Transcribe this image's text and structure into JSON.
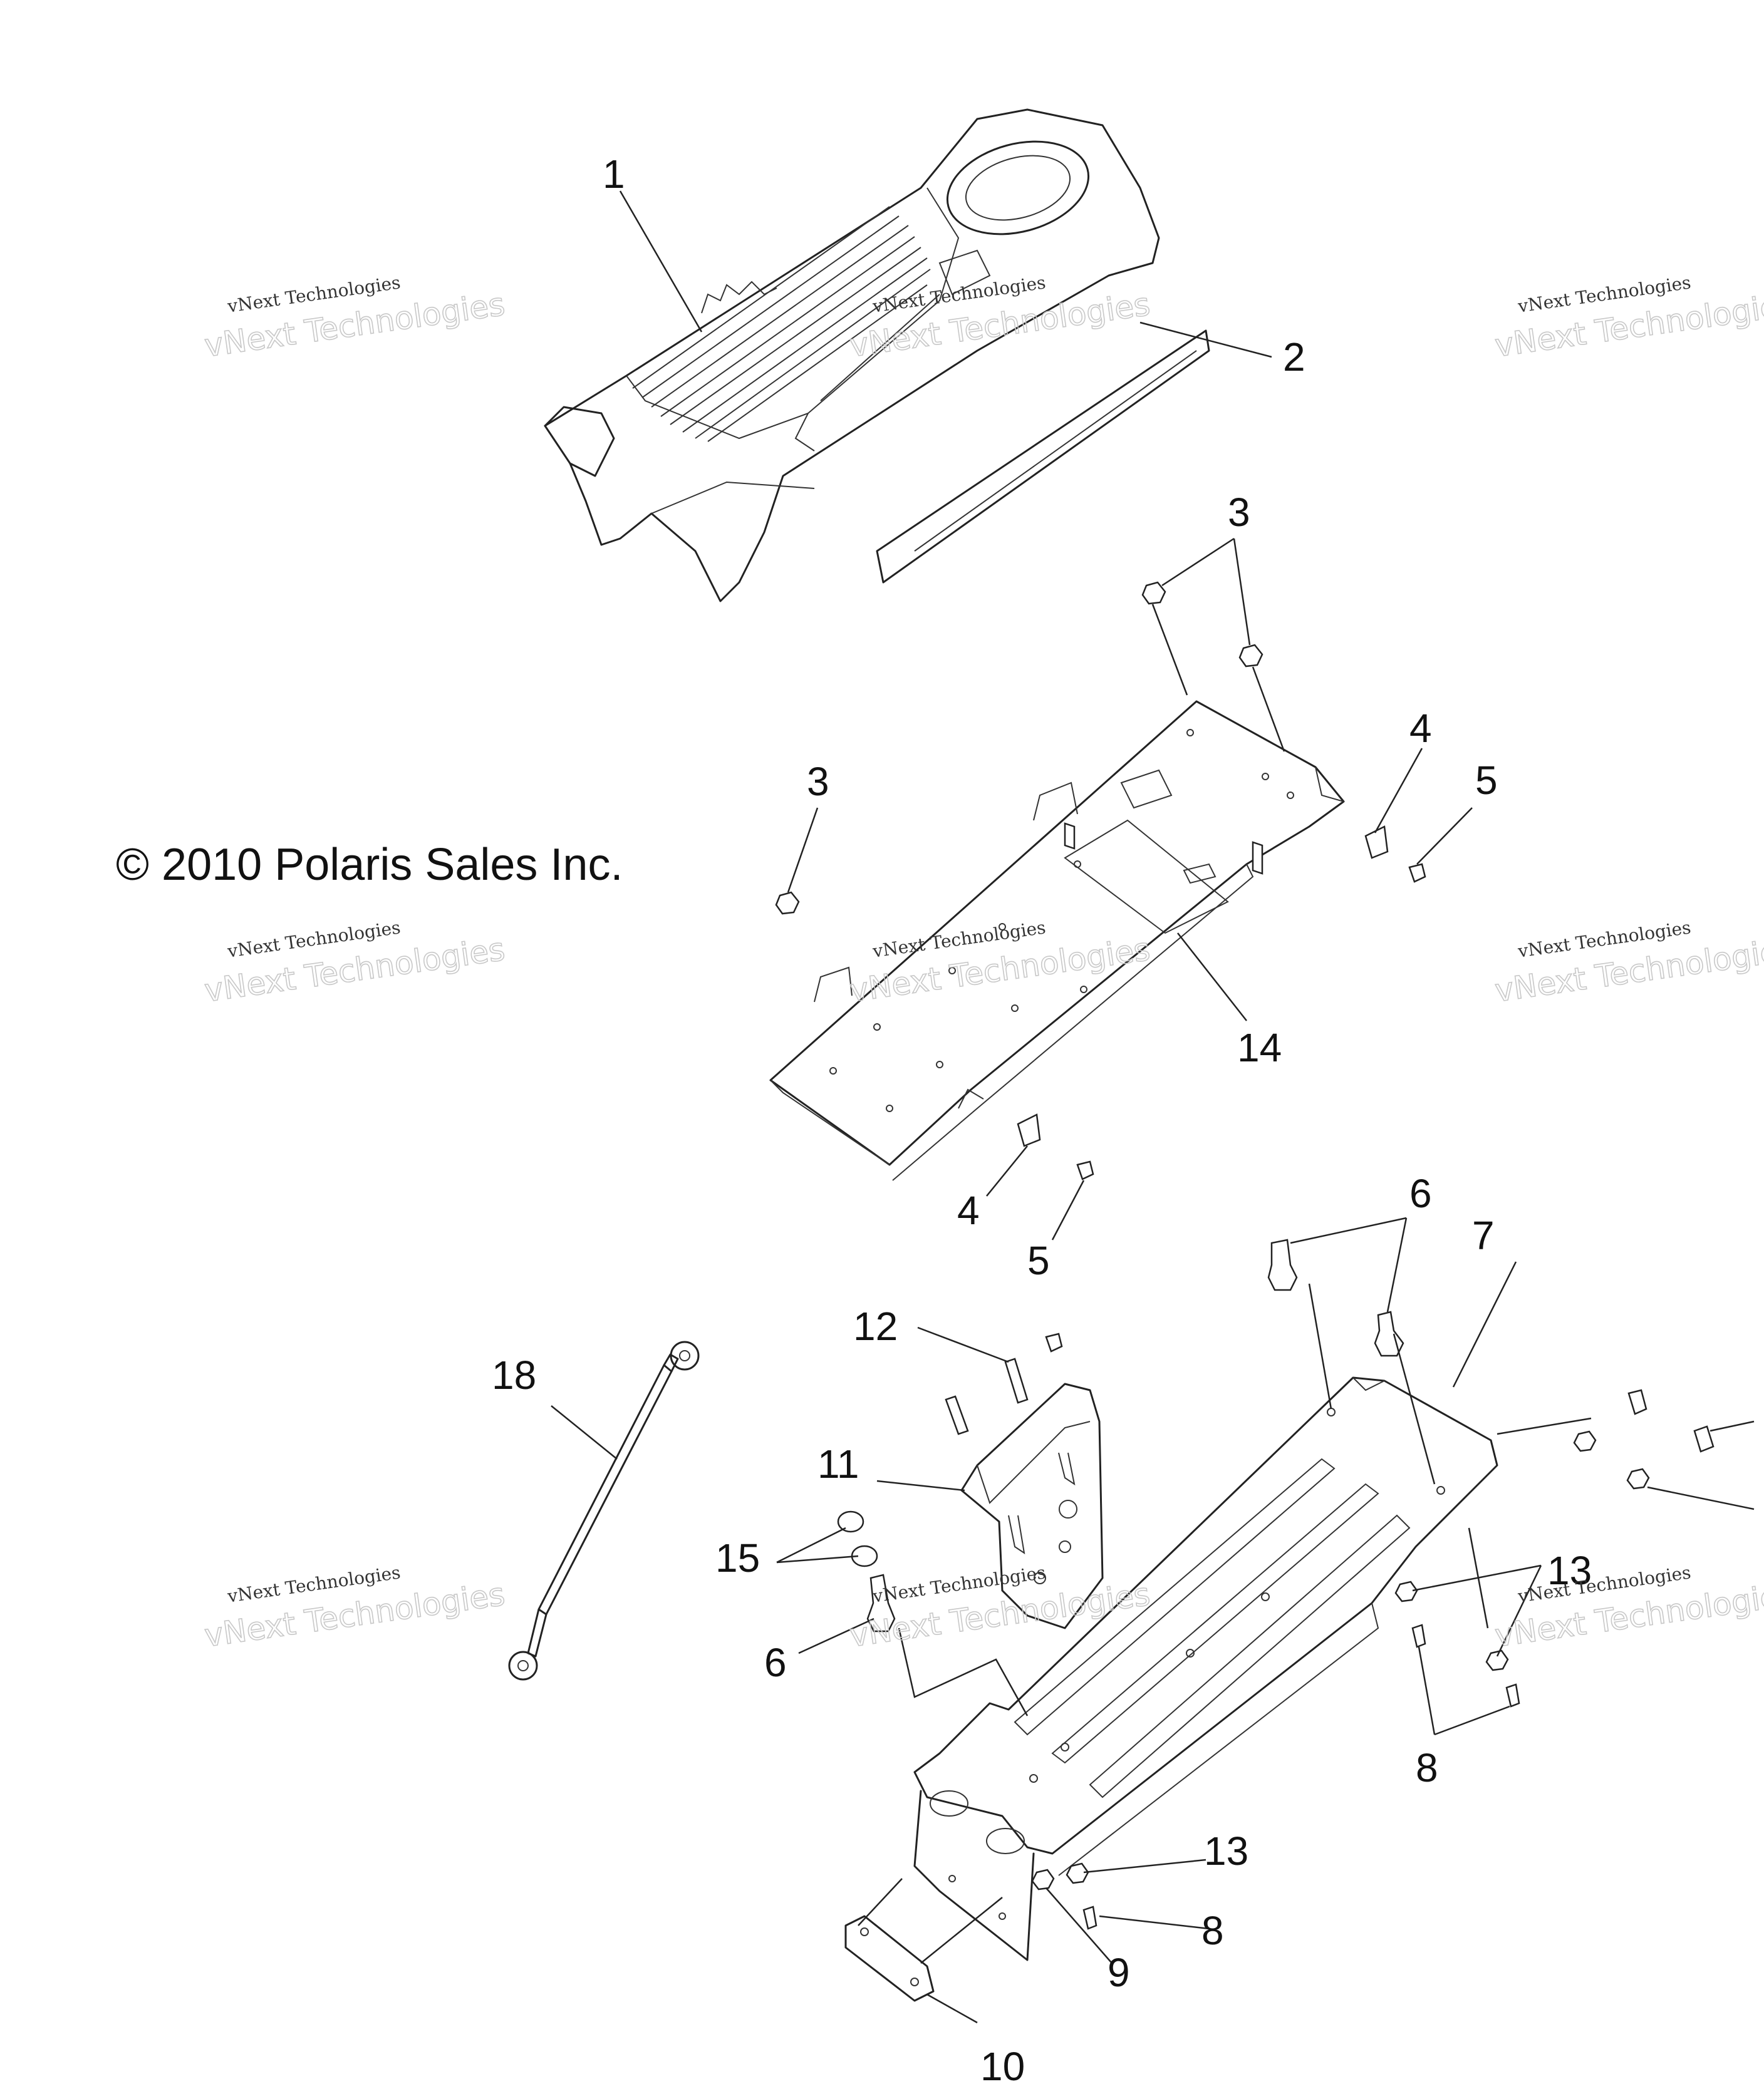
{
  "copyright": "© 2010 Polaris Sales Inc.",
  "watermark": {
    "line1": "vNext Technologies",
    "line2": "vNext Technologies"
  },
  "callouts": {
    "c1": "1",
    "c2": "2",
    "c3a": "3",
    "c3b": "3",
    "c4a": "4",
    "c4b": "4",
    "c5a": "5",
    "c5b": "5",
    "c6a": "6",
    "c6b": "6",
    "c7": "7",
    "c8a": "8",
    "c8b": "8",
    "c9": "9",
    "c10": "10",
    "c11": "11",
    "c12": "12",
    "c13a": "13",
    "c13b": "13",
    "c14": "14",
    "c15": "15",
    "c18": "18"
  },
  "colors": {
    "line": "#222222",
    "background": "#ffffff"
  }
}
